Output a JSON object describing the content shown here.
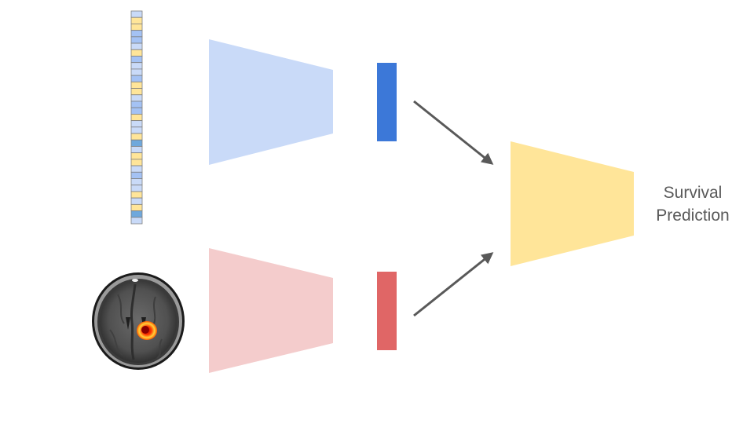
{
  "output": {
    "line1": "Survival",
    "line2": "Prediction"
  },
  "colors": {
    "genomic_encoder": "#c9daf8",
    "genomic_embedding": "#3c78d8",
    "imaging_encoder": "#f4cccc",
    "imaging_embedding": "#e06666",
    "fusion_network": "#ffe599",
    "arrow": "#595959",
    "text": "#595959"
  },
  "genomic_vector": {
    "cells": [
      "light",
      "yellow",
      "yellow",
      "blue",
      "blue",
      "light",
      "yellow",
      "blue",
      "light",
      "light",
      "blue",
      "yellow",
      "yellow",
      "light",
      "blue",
      "blue",
      "yellow",
      "light",
      "light",
      "yellow",
      "dark",
      "light",
      "yellow",
      "yellow",
      "light",
      "blue",
      "light",
      "light",
      "yellow",
      "light",
      "yellow",
      "dark",
      "light"
    ],
    "palette": {
      "light": "#c9daf8",
      "blue": "#a4c2f4",
      "dark": "#6fa8dc",
      "yellow": "#ffe599"
    }
  }
}
